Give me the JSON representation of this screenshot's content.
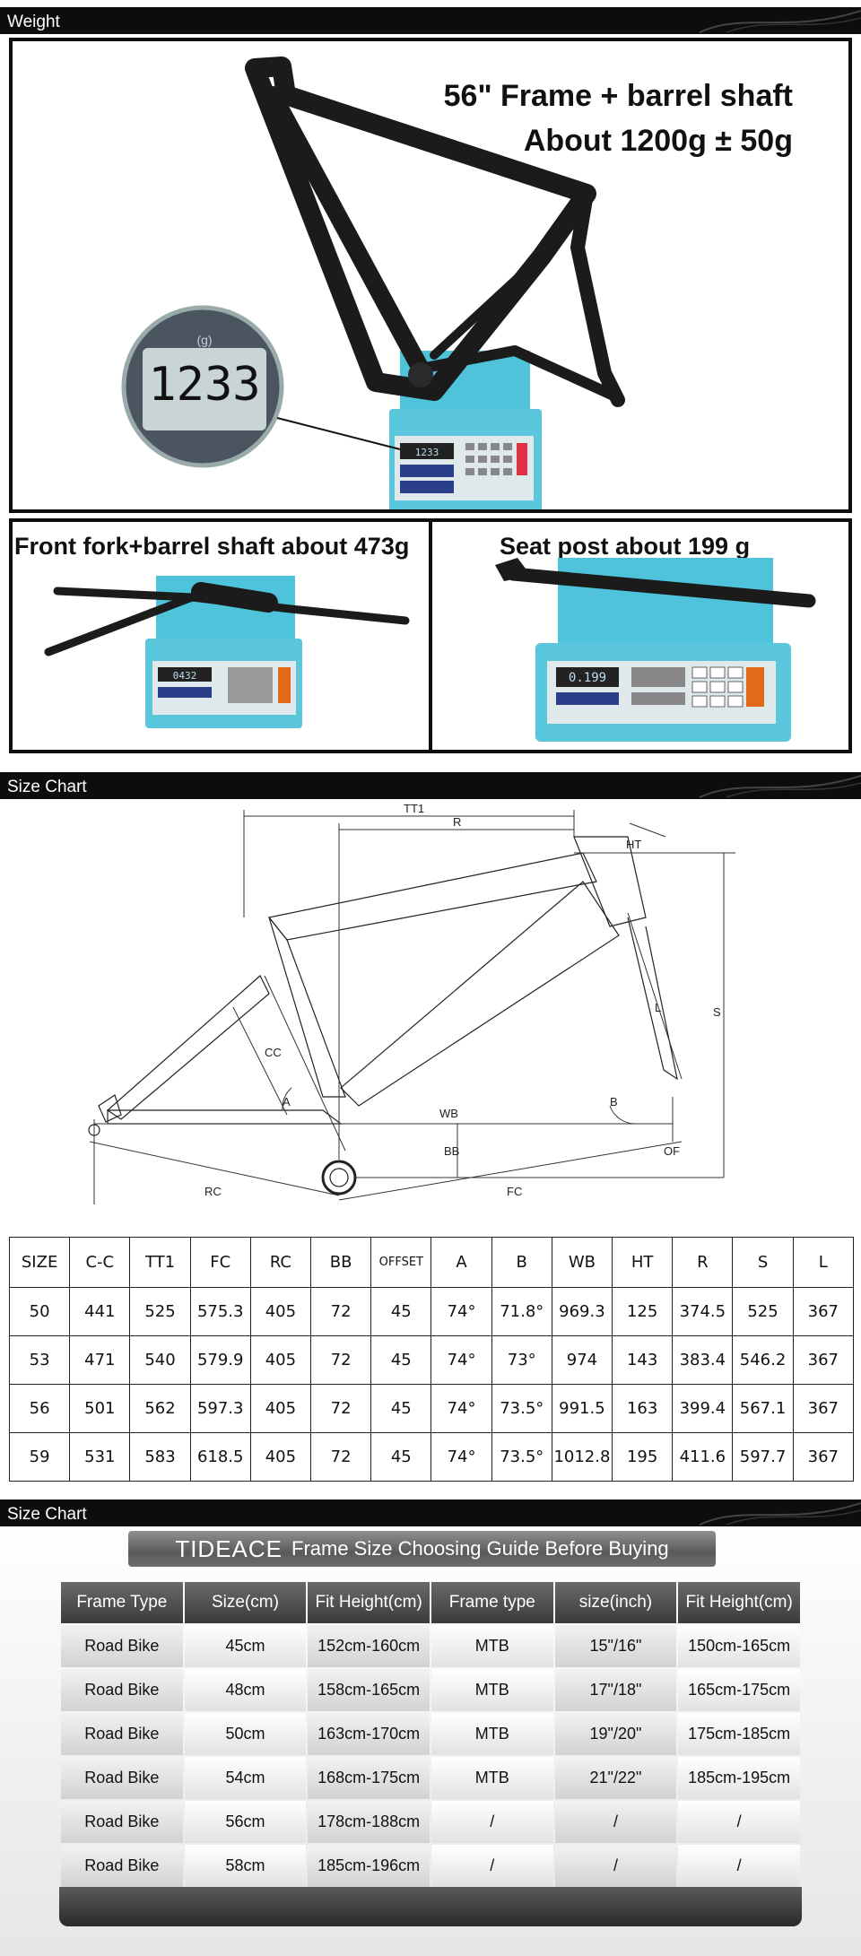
{
  "sections": {
    "weight": "Weight",
    "size_chart_1": "Size Chart",
    "size_chart_2": "Size Chart"
  },
  "weight": {
    "main_title_1": "56\" Frame + barrel shaft",
    "main_title_2": "About 1200g ± 50g",
    "scale_reading": "1233",
    "scale_unit": "(g)",
    "fork_title": "Front fork+barrel shaft about 473g",
    "fork_reading": "0432",
    "seatpost_title": "Seat post about 199 g",
    "seatpost_reading": "0.199"
  },
  "diagram": {
    "labels": {
      "tt1": "TT1",
      "r": "R",
      "ht": "HT",
      "s": "S",
      "l": "L",
      "cc": "CC",
      "a": "A",
      "b": "B",
      "wb": "WB",
      "bb": "BB",
      "of": "OF",
      "rc": "RC",
      "fc": "FC"
    }
  },
  "geometry": {
    "headers": [
      "SIZE",
      "C-C",
      "TT1",
      "FC",
      "RC",
      "BB",
      "OFFSET",
      "A",
      "B",
      "WB",
      "HT",
      "R",
      "S",
      "L"
    ],
    "rows": [
      [
        "50",
        "441",
        "525",
        "575.3",
        "405",
        "72",
        "45",
        "74°",
        "71.8°",
        "969.3",
        "125",
        "374.5",
        "525",
        "367"
      ],
      [
        "53",
        "471",
        "540",
        "579.9",
        "405",
        "72",
        "45",
        "74°",
        "73°",
        "974",
        "143",
        "383.4",
        "546.2",
        "367"
      ],
      [
        "56",
        "501",
        "562",
        "597.3",
        "405",
        "72",
        "45",
        "74°",
        "73.5°",
        "991.5",
        "163",
        "399.4",
        "567.1",
        "367"
      ],
      [
        "59",
        "531",
        "583",
        "618.5",
        "405",
        "72",
        "45",
        "74°",
        "73.5°",
        "1012.8",
        "195",
        "411.6",
        "597.7",
        "367"
      ]
    ]
  },
  "guide": {
    "brand": "TIDEACE",
    "subtitle": "Frame  Size Choosing Guide Before Buying",
    "headers": [
      "Frame  Type",
      "Size(cm)",
      "Fit Height(cm)",
      "Frame type",
      "size(inch)",
      "Fit Height(cm)"
    ],
    "rows": [
      [
        "Road Bike",
        "45cm",
        "152cm-160cm",
        "MTB",
        "15\"/16\"",
        "150cm-165cm"
      ],
      [
        "Road Bike",
        "48cm",
        "158cm-165cm",
        "MTB",
        "17\"/18\"",
        "165cm-175cm"
      ],
      [
        "Road Bike",
        "50cm",
        "163cm-170cm",
        "MTB",
        "19\"/20\"",
        "175cm-185cm"
      ],
      [
        "Road Bike",
        "54cm",
        "168cm-175cm",
        "MTB",
        "21\"/22\"",
        "185cm-195cm"
      ],
      [
        "Road Bike",
        "56cm",
        "178cm-188cm",
        "/",
        "/",
        "/"
      ],
      [
        "Road Bike",
        "58cm",
        "185cm-196cm",
        "/",
        "/",
        "/"
      ]
    ]
  },
  "colors": {
    "header_bg": "#0d0d0d",
    "scale_blue": "#4fc3d9",
    "frame_black": "#1b1b1b",
    "guide_header": "#4a4a4a"
  }
}
